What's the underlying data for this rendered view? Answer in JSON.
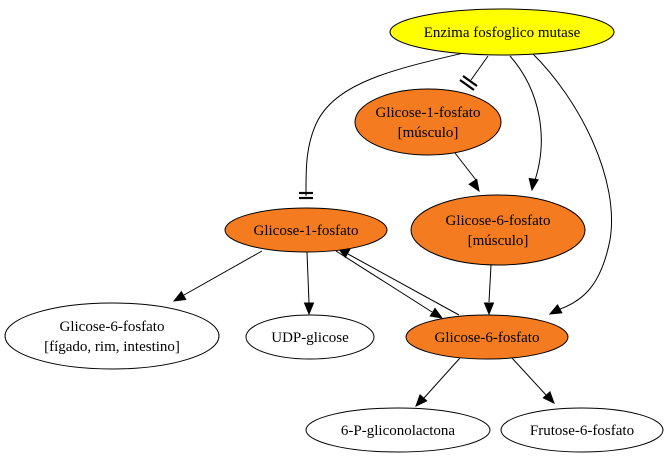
{
  "colors": {
    "top": "#ffff00",
    "highlight": "#f47b20",
    "plain": "#ffffff"
  },
  "nodes": {
    "enzima": {
      "lines": [
        "Enzima fosfoglico mutase"
      ],
      "fill": "top"
    },
    "g1p_musculo": {
      "lines": [
        "Glicose-1-fosfato",
        "[músculo]"
      ],
      "fill": "highlight"
    },
    "g6p_musculo": {
      "lines": [
        "Glicose-6-fosfato",
        "[músculo]"
      ],
      "fill": "highlight"
    },
    "g1p": {
      "lines": [
        "Glicose-1-fosfato"
      ],
      "fill": "highlight"
    },
    "g6p": {
      "lines": [
        "Glicose-6-fosfato"
      ],
      "fill": "highlight"
    },
    "g6p_figado": {
      "lines": [
        "Glicose-6-fosfato",
        "[fígado, rim, intestino]"
      ],
      "fill": "plain"
    },
    "udp": {
      "lines": [
        "UDP-glicose"
      ],
      "fill": "plain"
    },
    "gliconolactona": {
      "lines": [
        "6-P-gliconolactona"
      ],
      "fill": "plain"
    },
    "frutose": {
      "lines": [
        "Frutose-6-fosfato"
      ],
      "fill": "plain"
    }
  },
  "edges": [
    {
      "id": "enzima-g1p-musculo",
      "from": "enzima",
      "to": "g1p_musculo",
      "end": "tee"
    },
    {
      "id": "enzima-g1p",
      "from": "enzima",
      "to": "g1p",
      "end": "tee"
    },
    {
      "id": "enzima-g6p-musculo",
      "from": "enzima",
      "to": "g6p_musculo",
      "end": "arrow"
    },
    {
      "id": "enzima-g6p",
      "from": "enzima",
      "to": "g6p",
      "end": "arrow"
    },
    {
      "id": "g1p-musculo-g6p-musculo",
      "from": "g1p_musculo",
      "to": "g6p_musculo",
      "end": "arrow"
    },
    {
      "id": "g6p-musculo-g6p",
      "from": "g6p_musculo",
      "to": "g6p",
      "end": "arrow"
    },
    {
      "id": "g1p-g6p-figado",
      "from": "g1p",
      "to": "g6p_figado",
      "end": "arrow"
    },
    {
      "id": "g1p-udp",
      "from": "g1p",
      "to": "udp",
      "end": "arrow"
    },
    {
      "id": "g1p-g6p",
      "from": "g1p",
      "to": "g6p",
      "end": "arrow"
    },
    {
      "id": "g6p-g1p",
      "from": "g6p",
      "to": "g1p",
      "end": "arrow"
    },
    {
      "id": "g6p-gliconolactona",
      "from": "g6p",
      "to": "gliconolactona",
      "end": "arrow"
    },
    {
      "id": "g6p-frutose",
      "from": "g6p",
      "to": "frutose",
      "end": "arrow"
    }
  ]
}
